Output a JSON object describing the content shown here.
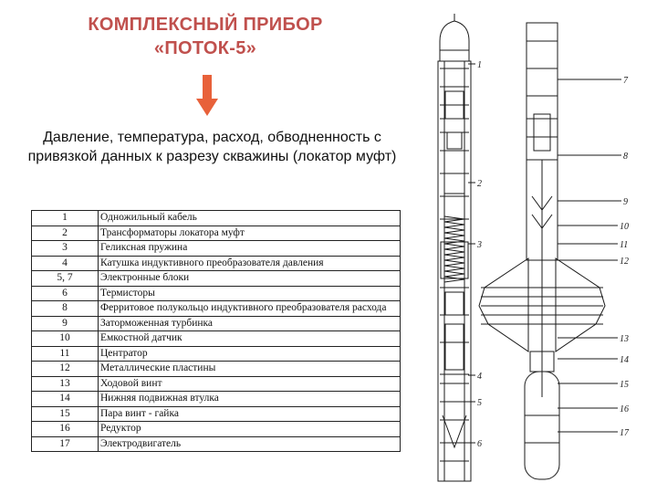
{
  "title_line1": "КОМПЛЕКСНЫЙ ПРИБОР",
  "title_line2": "«ПОТОК-5»",
  "subtitle": "Давление, температура, расход, обводненность с привязкой данных к разрезу скважины (локатор муфт)",
  "parts": [
    {
      "num": "1",
      "desc": "Одножильный кабель"
    },
    {
      "num": "2",
      "desc": "Трансформаторы локатора муфт"
    },
    {
      "num": "3",
      "desc": "Геликсная пружина"
    },
    {
      "num": "4",
      "desc": "Катушка индуктивного преобразователя давления"
    },
    {
      "num": "5, 7",
      "desc": "Электронные блоки"
    },
    {
      "num": "6",
      "desc": "Термисторы"
    },
    {
      "num": "8",
      "desc": "Ферритовое полукольцо индуктивного преобразователя расхода"
    },
    {
      "num": "9",
      "desc": "Заторможенная турбинка"
    },
    {
      "num": "10",
      "desc": "Емкостной датчик"
    },
    {
      "num": "11",
      "desc": "Центратор"
    },
    {
      "num": "12",
      "desc": "Металлические пластины"
    },
    {
      "num": "13",
      "desc": "Ходовой винт"
    },
    {
      "num": "14",
      "desc": "Нижняя подвижная втулка"
    },
    {
      "num": "15",
      "desc": "Пара винт - гайка"
    },
    {
      "num": "16",
      "desc": "Редуктор"
    },
    {
      "num": "17",
      "desc": "Электродвигатель"
    }
  ],
  "diagram_callouts": [
    "1",
    "2",
    "3",
    "4",
    "5",
    "6",
    "7",
    "8",
    "9",
    "10",
    "11",
    "12",
    "13",
    "14",
    "15",
    "16",
    "17"
  ],
  "colors": {
    "title": "#c0504d",
    "arrow": "#e8613a",
    "text": "#111111",
    "drawing": "#1a1a1a"
  }
}
